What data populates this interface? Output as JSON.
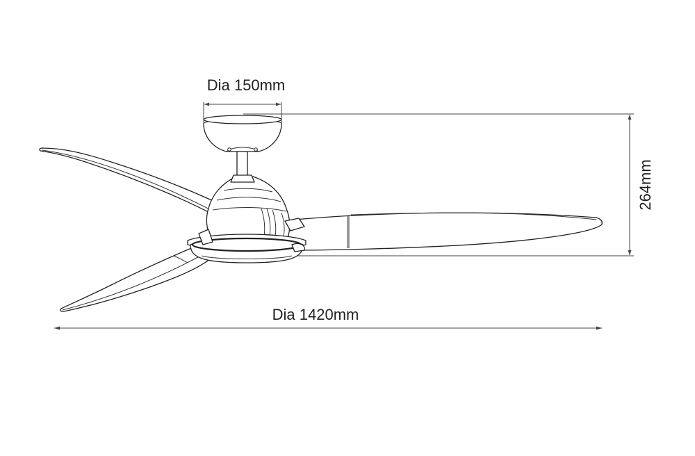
{
  "dimensions": {
    "canopy_diameter": "Dia 150mm",
    "height": "264mm",
    "fan_diameter": "Dia 1420mm"
  },
  "colors": {
    "line": "#222222",
    "background": "#ffffff"
  }
}
